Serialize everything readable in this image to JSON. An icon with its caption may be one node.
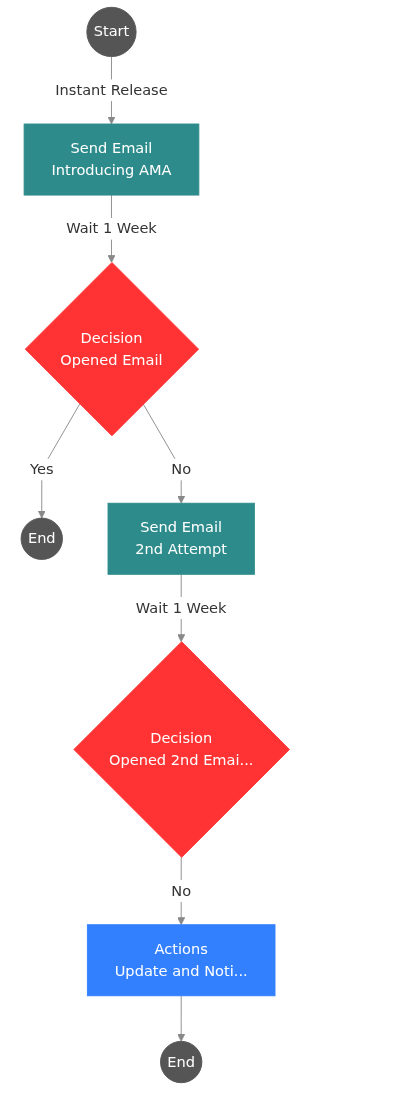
{
  "diagram": {
    "nodes": [
      {
        "text": [
          "Start"
        ]
      },
      {
        "text": [
          "Send Email",
          "Introducing AMA"
        ]
      },
      {
        "text": [
          "Decision",
          "Opened Email"
        ]
      },
      {
        "text": [
          "End"
        ]
      },
      {
        "text": [
          "Send Email",
          "2nd Attempt"
        ]
      },
      {
        "text": [
          "Decision",
          "Opened 2nd Emai..."
        ]
      },
      {
        "text": [
          "Actions",
          "Update and Noti..."
        ]
      },
      {
        "text": [
          "End"
        ]
      }
    ],
    "edges": [
      {
        "from": 0,
        "to": 1,
        "arrow": "to",
        "label": "Instant Release"
      },
      {
        "from": 1,
        "to": 2,
        "arrow": "to",
        "label": "Wait 1 Week"
      },
      {
        "from": 2,
        "to": 3,
        "arrow": "to",
        "label": "Yes"
      },
      {
        "from": 2,
        "to": 4,
        "arrow": "to",
        "label": "No"
      },
      {
        "from": 4,
        "to": 5,
        "arrow": "to",
        "label": "Wait 1 Week"
      },
      {
        "from": 5,
        "to": 6,
        "arrow": "to",
        "label": "No"
      },
      {
        "from": 6,
        "to": 7,
        "arrow": "to"
      }
    ]
  }
}
